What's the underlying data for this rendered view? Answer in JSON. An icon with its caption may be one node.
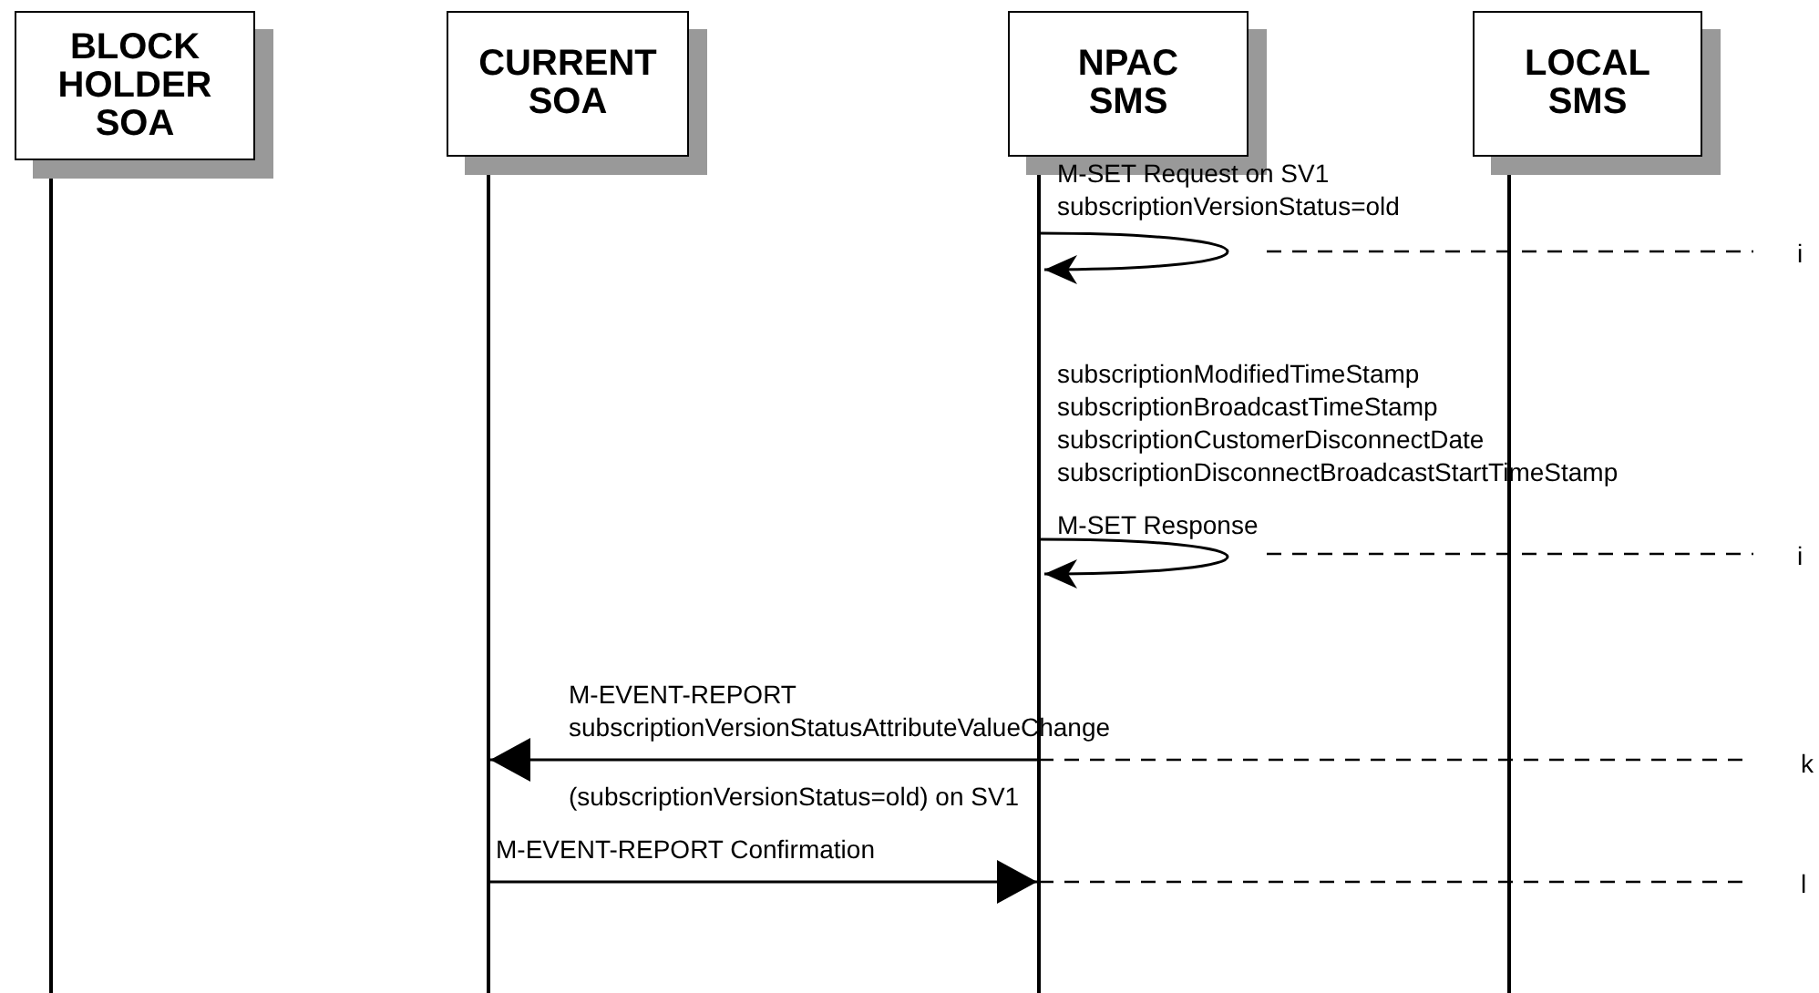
{
  "diagram": {
    "nodes": [
      {
        "text": [
          "BLOCK HOLDER SOA"
        ]
      },
      {
        "text": [
          "CURRENT SOA"
        ]
      },
      {
        "text": [
          "NPAC SMS"
        ]
      },
      {
        "text": [
          "LOCAL SMS"
        ]
      }
    ],
    "edges": [
      {
        "from": 2,
        "to": 2,
        "arrow": "to",
        "label": "M-SET Request on SV1 subscriptionVersionStatus=old"
      },
      {
        "from": 2,
        "to": 2,
        "arrow": "to",
        "label": "M-SET Response"
      },
      {
        "from": 2,
        "to": 1,
        "arrow": "to",
        "label": "M-EVENT-REPORT subscriptionVersionStatusAttributeValueChange"
      },
      {
        "from": 1,
        "to": 2,
        "arrow": "to",
        "label": "M-EVENT-REPORT Confirmation"
      }
    ],
    "labels": [
      "subscriptionModifiedTimeStamp",
      "subscriptionBroadcastTimeStamp",
      "subscriptionCustomerDisconnectDate",
      "subscriptionDisconnectBroadcastStartTimeStamp",
      "(subscriptionVersionStatus=old) on SV1",
      "i",
      "i",
      "k",
      "l"
    ]
  }
}
